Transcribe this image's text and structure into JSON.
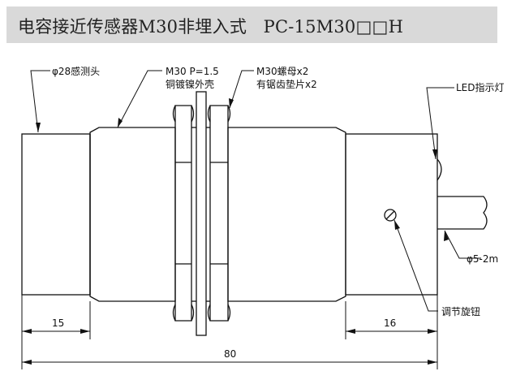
{
  "title": "电容接近传感器M30非埋入式   PC-15M30□□H",
  "labels": {
    "probe": "φ28感测头",
    "thread_line1": "M30  P=1.5",
    "thread_line2": "铜镀镍外壳",
    "nut_line1": "M30螺母x2",
    "nut_line2": "有锯齿垫片x2",
    "led": "LED指示灯",
    "cable": "φ5-2m",
    "knob": "调节旋钮"
  },
  "dimensions": {
    "probe_length": "15",
    "tail_length": "16",
    "total_length": "80"
  }
}
